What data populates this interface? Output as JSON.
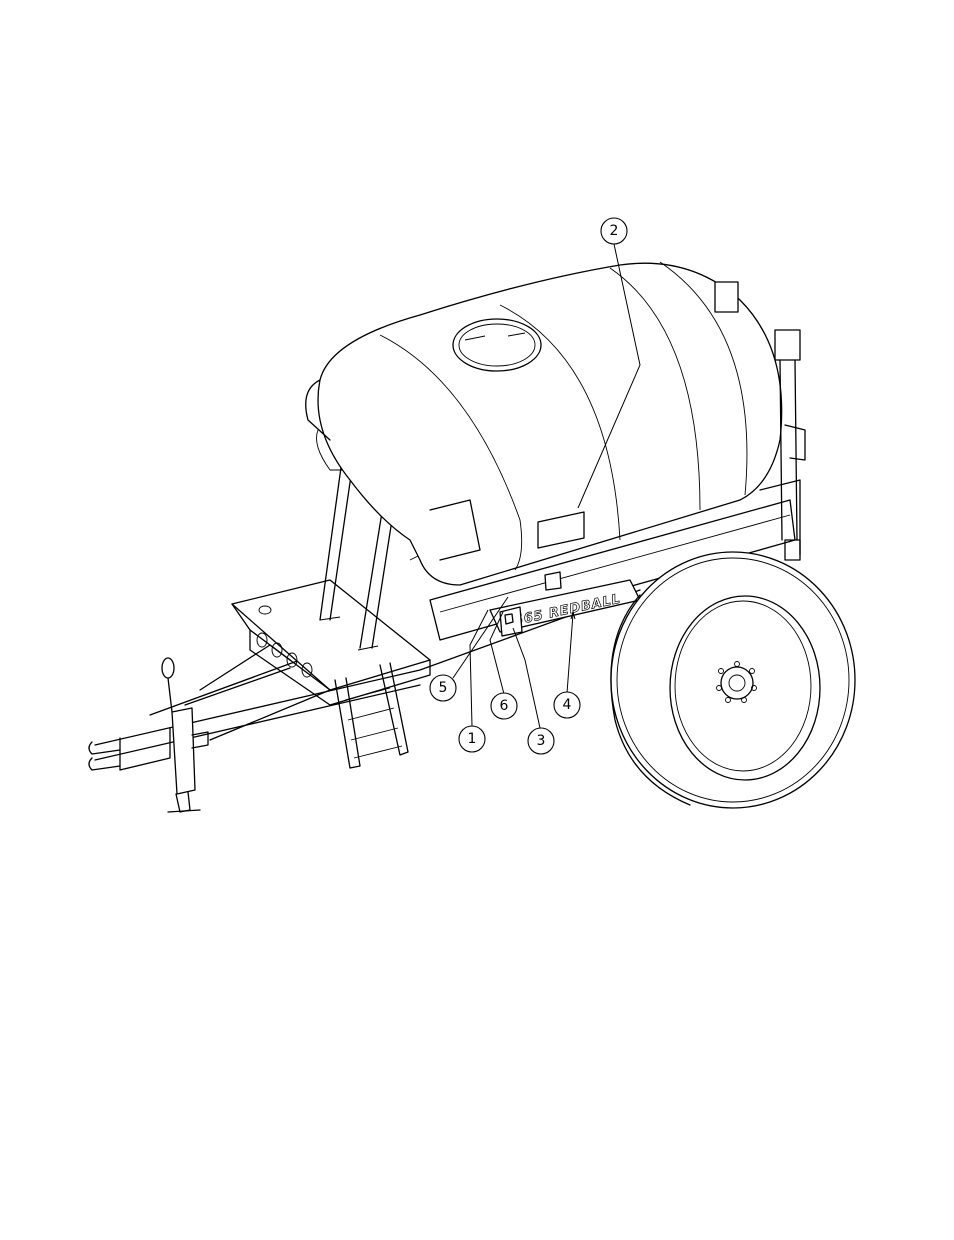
{
  "figure": {
    "callouts": [
      {
        "id": "callout-1",
        "label": "1"
      },
      {
        "id": "callout-2",
        "label": "2"
      },
      {
        "id": "callout-3",
        "label": "3"
      },
      {
        "id": "callout-4",
        "label": "4"
      },
      {
        "id": "callout-5",
        "label": "5"
      },
      {
        "id": "callout-6",
        "label": "6"
      }
    ],
    "decal_text": "565 REDBALL",
    "line_color": "#000000",
    "background_color": "#ffffff"
  }
}
